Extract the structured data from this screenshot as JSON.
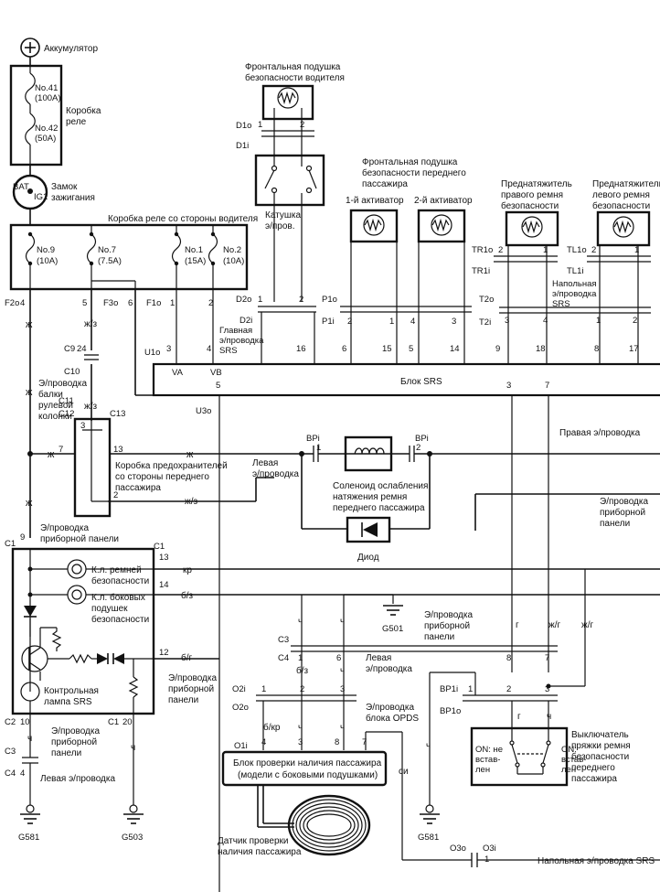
{
  "labels": {
    "battery": "Аккумулятор",
    "fuse41": "No.41",
    "fuse41_rating": "(100A)",
    "fuse42": "No.42",
    "fuse42_rating": "(50A)",
    "relay_box": [
      "Коробка",
      "реле"
    ],
    "ignition": [
      "Замок",
      "зажигания"
    ],
    "bat": "BAT",
    "ig1": "IG1",
    "driver_relay_box": "Коробка реле со стороны водителя",
    "fuse9": "No.9",
    "fuse9_rating": "(10A)",
    "fuse7": "No.7",
    "fuse7_rating": "(7.5A)",
    "fuse1": "No.1",
    "fuse1_rating": "(15A)",
    "fuse2": "No.2",
    "fuse2_rating": "(10A)",
    "driver_airbag": [
      "Фронтальная подушка",
      "безопасности водителя"
    ],
    "passenger_airbag": [
      "Фронтальная подушка",
      "безопасности переднего",
      "пассажира"
    ],
    "activator1": "1-й активатор",
    "activator2": "2-й активатор",
    "tensioner_right": [
      "Преднатяжитель",
      "правого ремня",
      "безопасности"
    ],
    "tensioner_left": [
      "Преднатяжитель",
      "левого ремня",
      "безопасности"
    ],
    "coil": [
      "Катушка",
      "э/пров."
    ],
    "floor_harness_srs": [
      "Напольная",
      "э/проводка",
      "SRS"
    ],
    "main_harness_srs": [
      "Главная",
      "э/проводка",
      "SRS"
    ],
    "srs_unit": "Блок SRS",
    "va": "VA",
    "vb": "VB",
    "column_harness": [
      "Э/проводка",
      "балки",
      "рулевой",
      "колонки"
    ],
    "right_harness": "Правая э/проводка",
    "left_harness": [
      "Левая",
      "э/проводка"
    ],
    "left_harness_inline": "Левая э/проводка",
    "passenger_fuse_box": [
      "Коробка предохранителей",
      "со стороны переднего",
      "пассажира"
    ],
    "solenoid": [
      "Соленоид ослабления",
      "натяжения ремня",
      "переднего пассажира"
    ],
    "diode": "Диод",
    "dash_harness_3": [
      "Э/проводка",
      "приборной",
      "панели"
    ],
    "dash_harness_2": [
      "Э/проводка",
      "приборной панели"
    ],
    "belt_lamp": [
      "К.л. ремней",
      "безопасности"
    ],
    "side_airbag_lamp": [
      "К.л. боковых",
      "подушек",
      "безопасности"
    ],
    "srs_lamp": [
      "Контрольная",
      "лампа SRS"
    ],
    "opds_harness": [
      "Э/проводка",
      "блока OPDS"
    ],
    "occupant_unit": [
      "Блок проверки наличия пассажира",
      "(модели с боковыми подушками)"
    ],
    "occupant_sensor": [
      "Датчик проверки",
      "наличия пассажира"
    ],
    "buckle_switch": [
      "Выключатель",
      "пряжки ремня",
      "безопасности",
      "переднего",
      "пассажира"
    ],
    "switch_on_unbuckled": [
      "ON: не",
      "встав-",
      "лен"
    ],
    "switch_on_buckled": [
      "ON:",
      "встав-",
      "лен"
    ],
    "floor_harness_inline": "Напольная э/проводка SRS",
    "grounds": [
      "G581",
      "G503",
      "G501",
      "G581"
    ],
    "wire_colors": [
      "ж",
      "ж/з",
      "кр",
      "б/з",
      "б/г",
      "ч",
      "г",
      "ж/г",
      "б/кр",
      "си"
    ],
    "connectors": [
      "F2o",
      "F3o",
      "F1o",
      "D1o",
      "D1i",
      "D2o",
      "D2i",
      "P1o",
      "P1i",
      "TR1o",
      "TR1i",
      "TL1o",
      "TL1i",
      "T2o",
      "T2i",
      "U1o",
      "U3o",
      "C9",
      "C10",
      "C11",
      "C12",
      "C13",
      "BPi",
      "C1",
      "C2",
      "C3",
      "C4",
      "O2i",
      "O2o",
      "O1i",
      "BP1i",
      "BP1o",
      "O3o",
      "O3i"
    ]
  }
}
